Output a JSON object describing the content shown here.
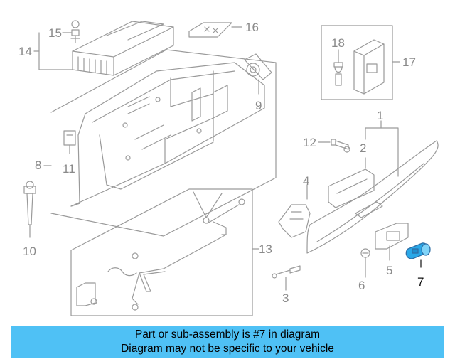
{
  "callouts": {
    "c1": "1",
    "c2": "2",
    "c3": "3",
    "c4": "4",
    "c5": "5",
    "c6": "6",
    "c7": "7",
    "c8": "8",
    "c9": "9",
    "c10": "10",
    "c11": "11",
    "c12": "12",
    "c13": "13",
    "c14": "14",
    "c15": "15",
    "c16": "16",
    "c17": "17",
    "c18": "18"
  },
  "banner": {
    "line1": "Part or sub-assembly is #7 in diagram",
    "line2": "Diagram may not be specific to your vehicle"
  },
  "colors": {
    "line": "#9a9a9a",
    "highlight": "#2aa8e8",
    "banner": "#4fc1f5"
  }
}
